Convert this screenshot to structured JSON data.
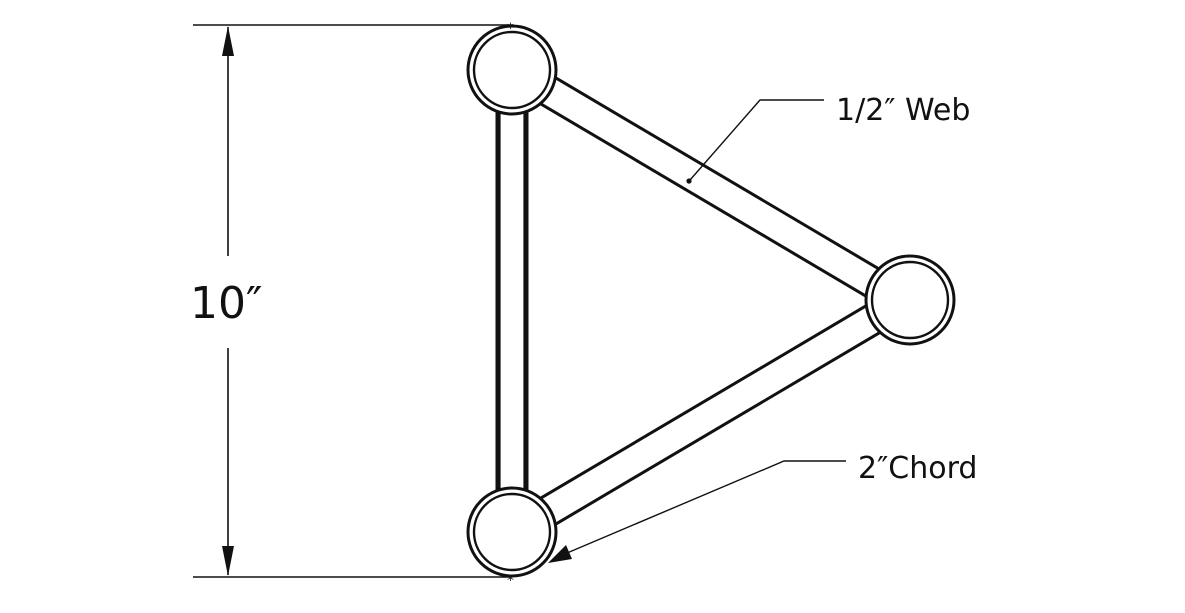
{
  "diagram": {
    "dimension_label": "10″",
    "web_label": "1/2″ Web",
    "chord_label": "2″Chord"
  },
  "colors": {
    "ink": "#111111",
    "background": "#ffffff"
  }
}
